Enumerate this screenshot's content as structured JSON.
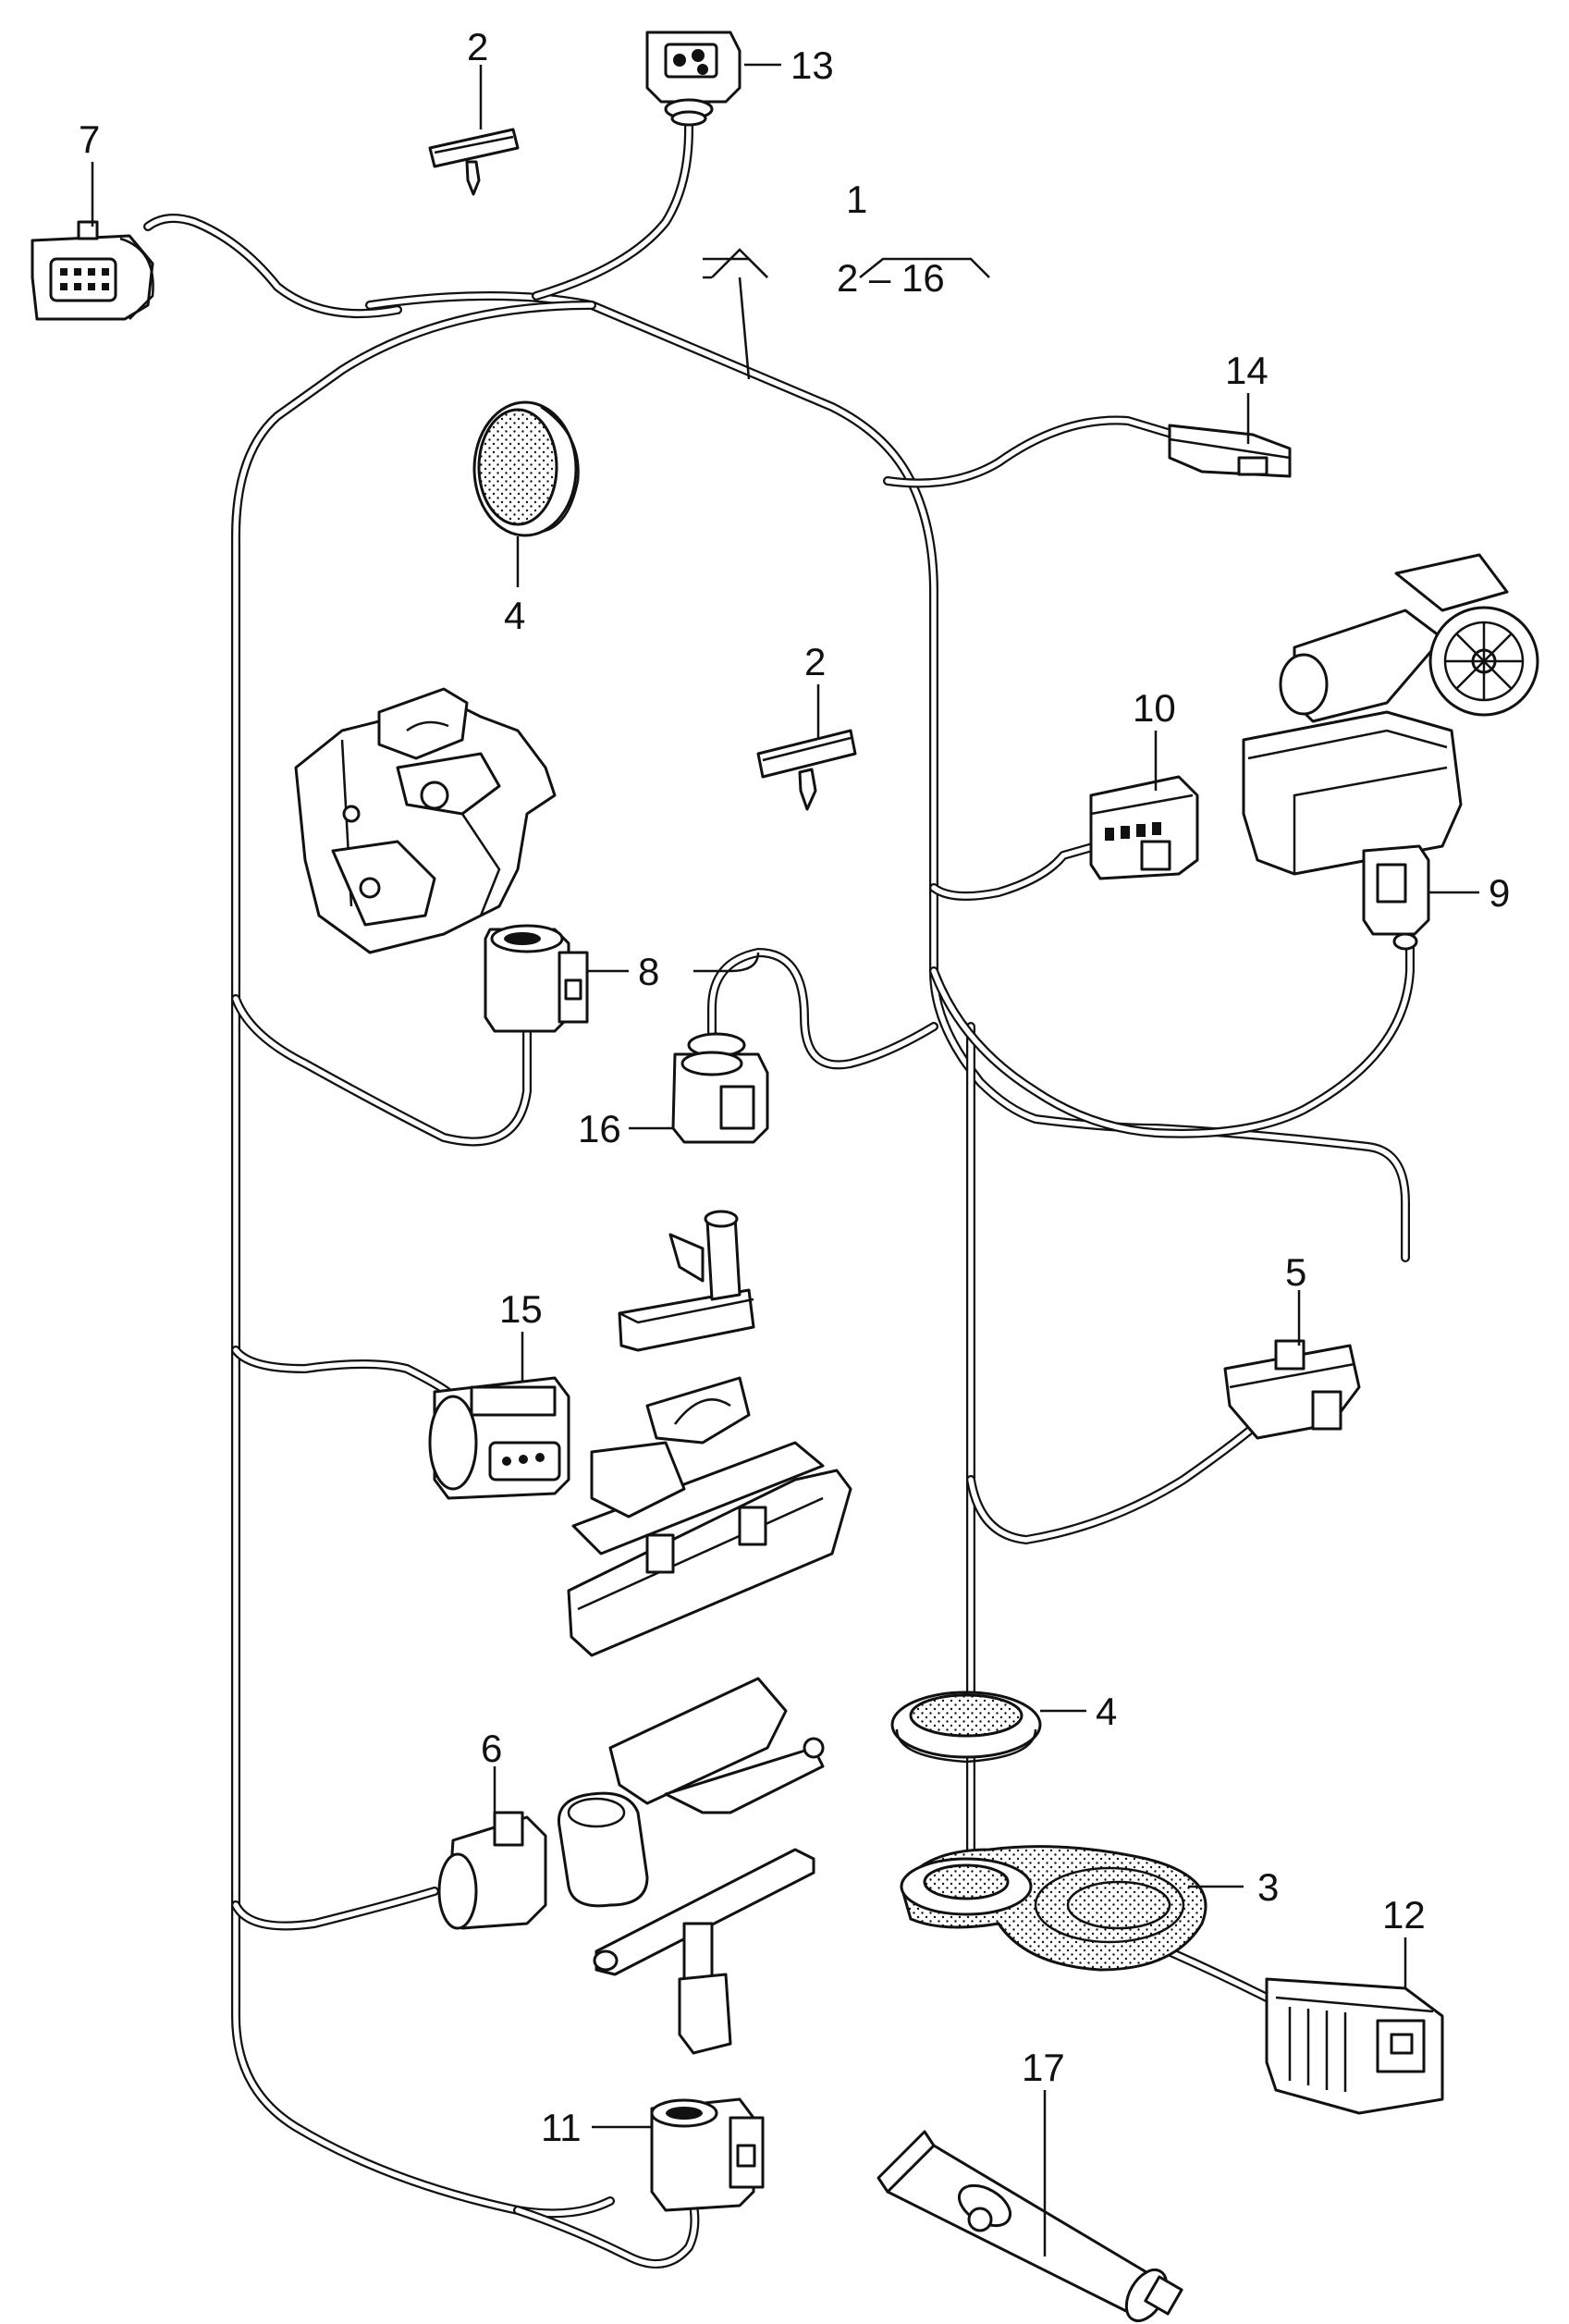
{
  "diagram": {
    "labels": {
      "p1": "1",
      "p1_range": "2 – 16",
      "p2a": "2",
      "p2b": "2",
      "p3": "3",
      "p4a": "4",
      "p4b": "4",
      "p5": "5",
      "p6": "6",
      "p7": "7",
      "p8": "8",
      "p9": "9",
      "p10": "10",
      "p11": "11",
      "p12": "12",
      "p13": "13",
      "p14": "14",
      "p15": "15",
      "p16": "16",
      "p17": "17"
    }
  }
}
